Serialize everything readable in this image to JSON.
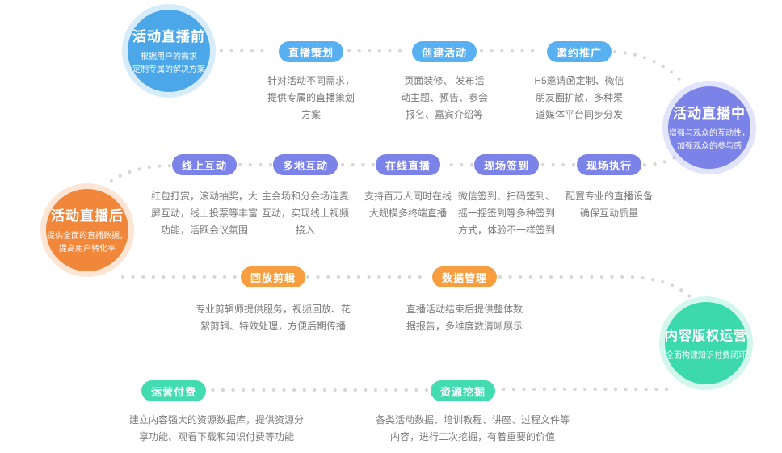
{
  "colors": {
    "stage_before": "#4BA7E8",
    "stage_during": "#7B82E8",
    "stage_after": "#F0873B",
    "stage_copyright": "#3BD9AC",
    "pill_row1": "#58B0F0",
    "pill_row2": "#7B82E8",
    "pill_row3": "#F79E40",
    "pill_row4": "#43DCB1",
    "connector_dot": "#D6D6D6",
    "description_text": "#7A7A7A"
  },
  "stages": [
    {
      "title": "活动直播前",
      "subtitle_lines": [
        "根据用户的需求",
        "定制专属的解决方案"
      ]
    },
    {
      "title": "活动直播中",
      "subtitle_lines": [
        "增强与观众的互动性，",
        "加强观众的参与感"
      ]
    },
    {
      "title": "活动直播后",
      "subtitle_lines": [
        "提供全面的直播数据，",
        "提高用户转化率"
      ]
    },
    {
      "title": "内容版权运营",
      "subtitle_lines": [
        "全面构建知识付费闭环"
      ]
    }
  ],
  "rows": [
    {
      "steps": [
        {
          "label": "直播策划",
          "desc_lines": [
            "针对活动不同需求，",
            "提供专属的直播策划",
            "方案"
          ]
        },
        {
          "label": "创建活动",
          "desc_lines": [
            "页面装修、 发布活",
            "动主题、预告、参会",
            "报名、嘉宾介绍等"
          ]
        },
        {
          "label": "邀约推广",
          "desc_lines": [
            "H5邀请函定制、微信",
            "朋友圈扩散，多种渠",
            "道媒体平台同步分发"
          ]
        }
      ]
    },
    {
      "steps": [
        {
          "label": "线上互动",
          "desc_lines": [
            "红包打赏，滚动抽奖，大",
            "屏互动，线上投票等丰富",
            "功能，活跃会议氛围"
          ]
        },
        {
          "label": "多地互动",
          "desc_lines": [
            "主会场和分会场连麦",
            "互动，实现线上视频",
            "接入"
          ]
        },
        {
          "label": "在线直播",
          "desc_lines": [
            "支持百万人同时在线",
            "大规模多终端直播"
          ]
        },
        {
          "label": "现场签到",
          "desc_lines": [
            "微信签到、扫码签到、",
            "摇一摇签到等多种签到",
            "方式，体验不一样签到"
          ]
        },
        {
          "label": "现场执行",
          "desc_lines": [
            "配置专业的直播设备",
            "确保互动质量"
          ]
        }
      ]
    },
    {
      "steps": [
        {
          "label": "回放剪辑",
          "desc_lines": [
            "专业剪辑师提供服务，视频回放、花",
            "絮剪辑、特效处理，方便后期传播"
          ]
        },
        {
          "label": "数据管理",
          "desc_lines": [
            "直播活动结束后提供整体数",
            "据报告，多维度数清晰展示"
          ]
        }
      ]
    },
    {
      "steps": [
        {
          "label": "运营付费",
          "desc_lines": [
            "建立内容强大的资源数据库，提供资源分",
            "享功能、观看下载和知识付费等功能"
          ]
        },
        {
          "label": "资源挖掘",
          "desc_lines": [
            "各类活动数据、培训教程、讲座、过程文件等",
            "内容，进行二次挖掘，有着重要的价值"
          ]
        }
      ]
    }
  ]
}
